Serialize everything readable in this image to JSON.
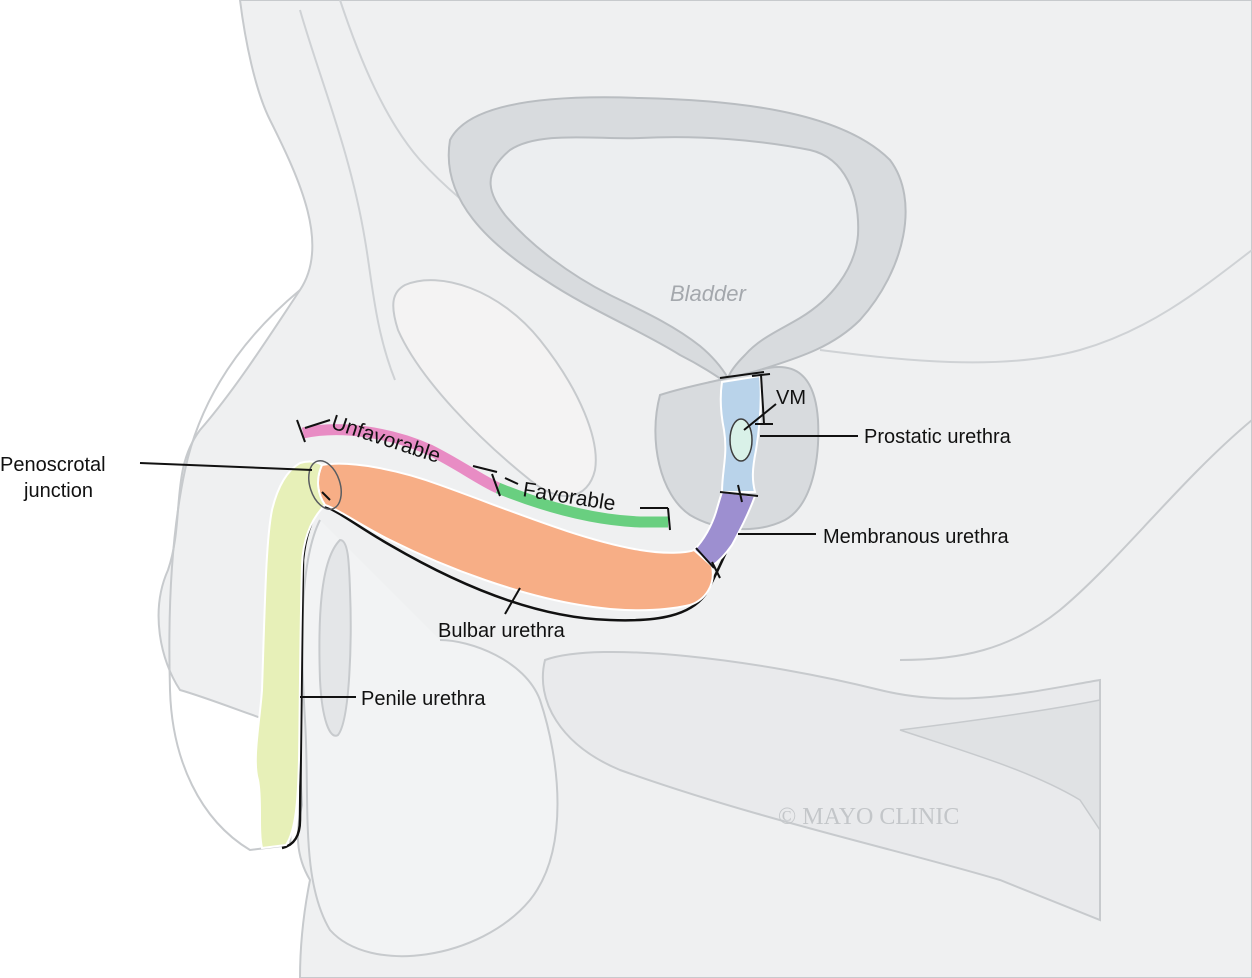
{
  "labels": {
    "bladder": "Bladder",
    "vm": "VM",
    "prostatic_urethra": "Prostatic urethra",
    "membranous_urethra": "Membranous urethra",
    "bulbar_urethra": "Bulbar urethra",
    "penile_urethra": "Penile urethra",
    "penoscrotal_line1": "Penoscrotal",
    "penoscrotal_line2": "junction",
    "unfavorable": "Unfavorable",
    "favorable": "Favorable"
  },
  "copyright": "© MAYO CLINIC",
  "colors": {
    "background": "#ffffff",
    "body_fill": "#eff0f1",
    "outline": "#c7cacd",
    "bladder_wall": "#d8dbde",
    "prostate": "#d8dbde",
    "bone": "#f3f2f2",
    "prostatic_urethra": "#b9d3ea",
    "verumontanum": "#d9f1e8",
    "membranous_urethra": "#9d8fd0",
    "bulbar_urethra": "#f7ae86",
    "penile_urethra": "#e7f0b8",
    "unfavorable_bar": "#e88cc4",
    "favorable_bar": "#69cf80"
  }
}
